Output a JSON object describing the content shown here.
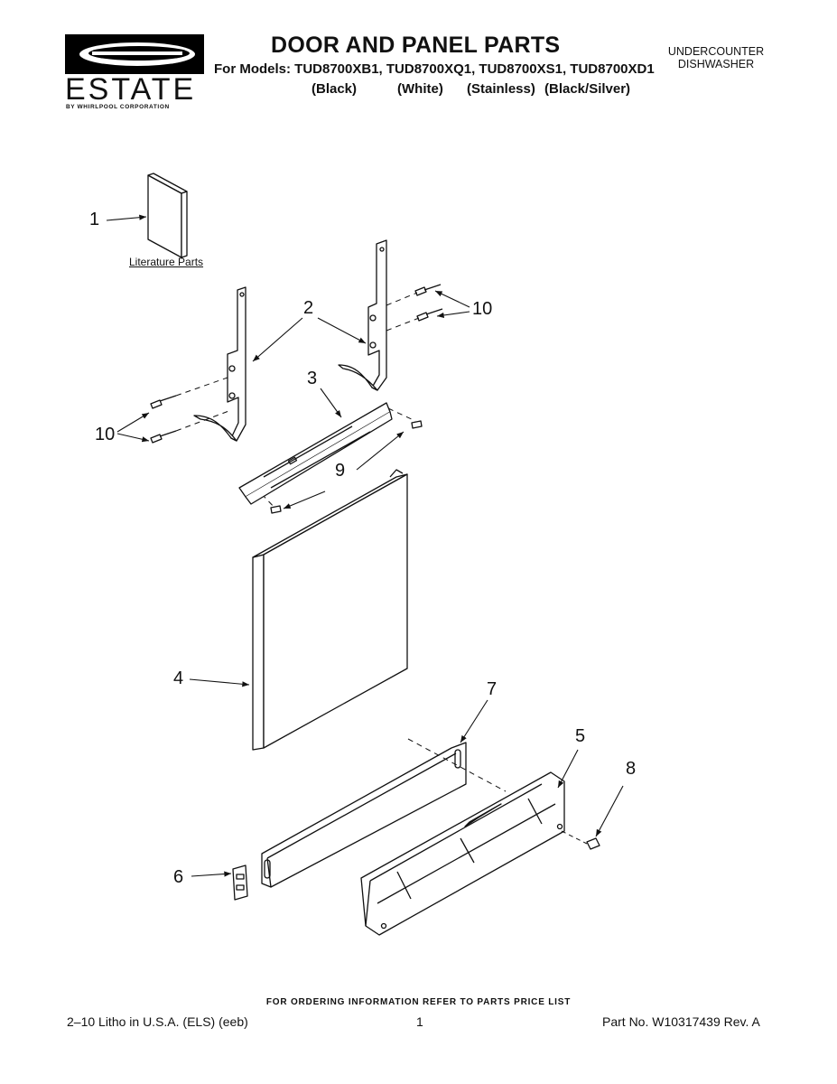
{
  "brand": {
    "name": "ESTATE",
    "subtitle": "BY WHIRLPOOL CORPORATION"
  },
  "header": {
    "title": "DOOR AND PANEL PARTS",
    "models_line": "For Models: TUD8700XB1, TUD8700XQ1, TUD8700XS1, TUD8700XD1",
    "variants": [
      "(Black)",
      "(White)",
      "(Stainless)",
      "(Black/Silver)"
    ],
    "product_type_line1": "UNDERCOUNTER",
    "product_type_line2": "DISHWASHER"
  },
  "diagram": {
    "literature_label": "Literature Parts",
    "callouts": [
      "1",
      "2",
      "3",
      "4",
      "5",
      "6",
      "7",
      "8",
      "9",
      "10",
      "10"
    ]
  },
  "footer": {
    "ordering_note": "FOR ORDERING INFORMATION REFER TO PARTS PRICE LIST",
    "litho": "2–10 Litho in U.S.A. (ELS) (eeb)",
    "page_number": "1",
    "part_number": "Part No. W10317439 Rev. A"
  },
  "colors": {
    "ink": "#111111",
    "panel_fill": "#ffffff"
  }
}
